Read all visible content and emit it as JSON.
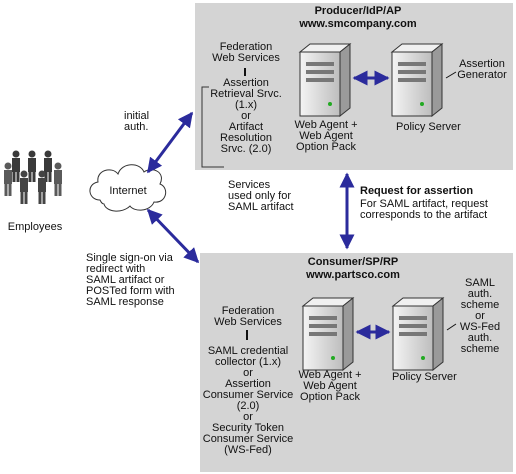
{
  "producer": {
    "title": "Producer/IdP/AP",
    "domain": "www.smcompany.com",
    "services": "Federation\nWeb Services",
    "assertion_retrieval": "Assertion\nRetrieval Srvc.\n(1.x)\nor\nArtifact\nResolution\nSrvc. (2.0)",
    "web_agent": "Web Agent +\nWeb Agent\nOption Pack",
    "policy_server": "Policy Server",
    "assertion_generator": "Assertion\nGenerator"
  },
  "consumer": {
    "title": "Consumer/SP/RP",
    "domain": "www.partsco.com",
    "services": "Federation\nWeb Services",
    "services_list": "SAML credential\ncollector (1.x)\nor\nAssertion\nConsumer Service\n(2.0)\nor\nSecurity Token\nConsumer Service\n(WS-Fed)",
    "web_agent": "Web Agent +\nWeb Agent\nOption Pack",
    "policy_server": "Policy Server",
    "auth_scheme": "SAML\nauth.\nscheme\nor\nWS-Fed\nauth.\nscheme"
  },
  "left": {
    "employees": "Employees",
    "internet": "Internet",
    "initial_auth": "initial\nauth.",
    "sso_note": "Single sign-on via\nredirect with\nSAML artifact or\nPOSTed form with\nSAML response",
    "saml_artifact_note": "Services\nused only for\nSAML artifact"
  },
  "request": {
    "title": "Request for assertion",
    "note": "For SAML artifact, request\ncorresponds to the artifact"
  },
  "colors": {
    "panel": "#d4d4d4",
    "arrow": "#2b2b9c",
    "server": "#e6e6e6"
  },
  "icons": {
    "people": "people-icon",
    "cloud": "cloud-icon",
    "server": "server-icon"
  }
}
